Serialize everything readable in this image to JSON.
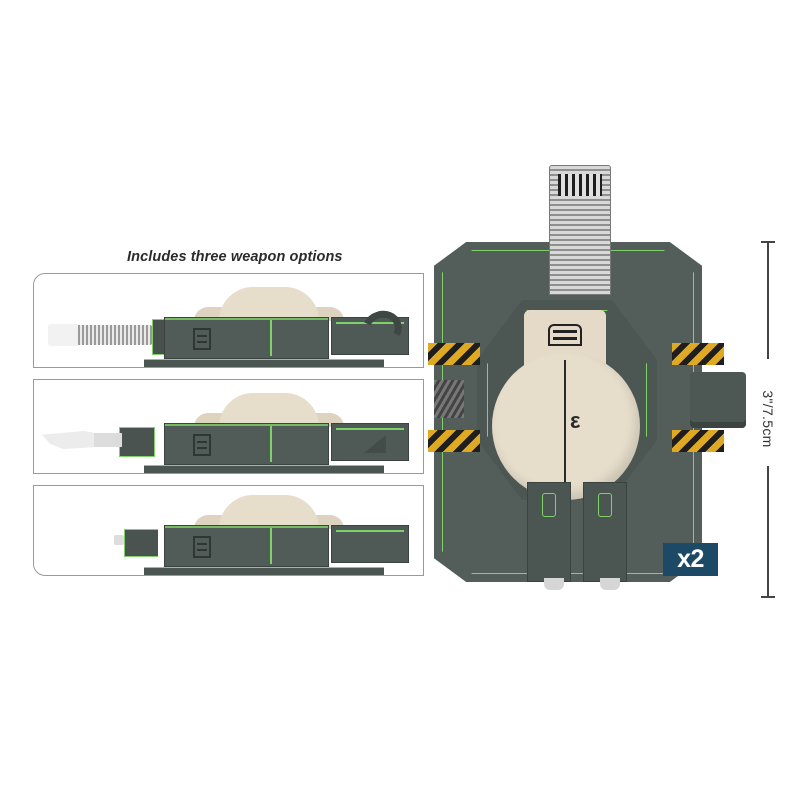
{
  "caption": {
    "text": "Includes three weapon options"
  },
  "weapon_options": [
    {
      "name": "weapon-option-1",
      "description": "las-barrel turret with hose"
    },
    {
      "name": "weapon-option-2",
      "description": "claw-barrel turret with angled rear"
    },
    {
      "name": "weapon-option-3",
      "description": "short-stub turret"
    }
  ],
  "badge": {
    "text": "x2",
    "color": "#1c4a66"
  },
  "measurement": {
    "label": "3\"/7.5cm"
  },
  "colors": {
    "hull": "#535d5a",
    "trim": "#7fd26a",
    "bone": "#e6ddca",
    "hazard": "#e0a923",
    "metal": "#d8d8d8"
  }
}
